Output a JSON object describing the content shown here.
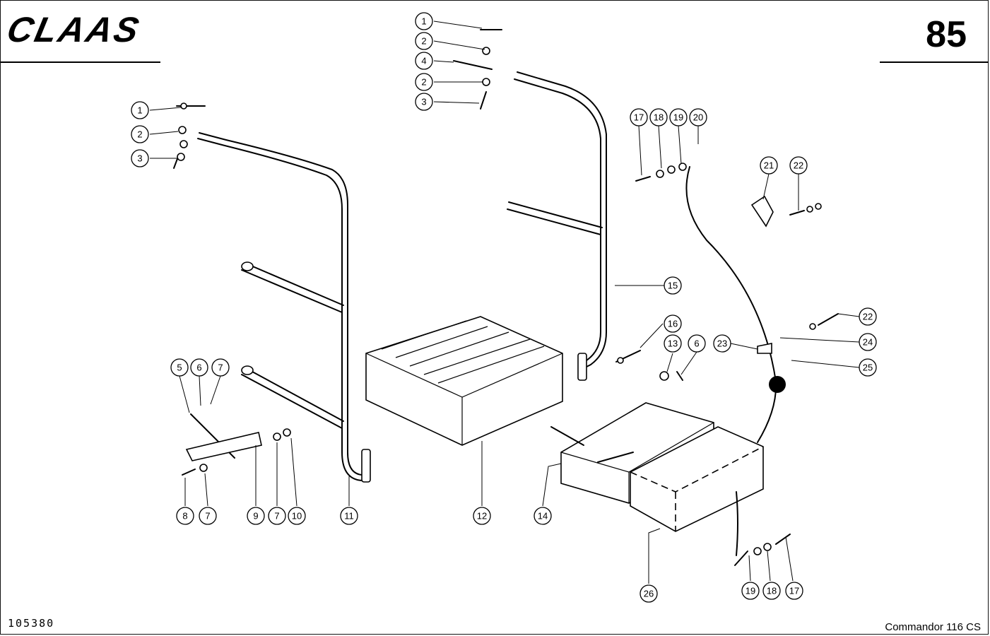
{
  "header": {
    "brand": "CLAAS",
    "page_number": "85"
  },
  "footer": {
    "drawing_id": "105380",
    "model": "Commandor 116 CS"
  },
  "callouts": [
    {
      "label": "1"
    },
    {
      "label": "2"
    },
    {
      "label": "4"
    },
    {
      "label": "2"
    },
    {
      "label": "3"
    },
    {
      "label": "1"
    },
    {
      "label": "2"
    },
    {
      "label": "3"
    },
    {
      "label": "17"
    },
    {
      "label": "18"
    },
    {
      "label": "19"
    },
    {
      "label": "20"
    },
    {
      "label": "21"
    },
    {
      "label": "22"
    },
    {
      "label": "15"
    },
    {
      "label": "16"
    },
    {
      "label": "13"
    },
    {
      "label": "6"
    },
    {
      "label": "22"
    },
    {
      "label": "23"
    },
    {
      "label": "24"
    },
    {
      "label": "25"
    },
    {
      "label": "5"
    },
    {
      "label": "6"
    },
    {
      "label": "7"
    },
    {
      "label": "8"
    },
    {
      "label": "7"
    },
    {
      "label": "9"
    },
    {
      "label": "7"
    },
    {
      "label": "10"
    },
    {
      "label": "11"
    },
    {
      "label": "12"
    },
    {
      "label": "14"
    },
    {
      "label": "26"
    },
    {
      "label": "19"
    },
    {
      "label": "18"
    },
    {
      "label": "17"
    }
  ]
}
